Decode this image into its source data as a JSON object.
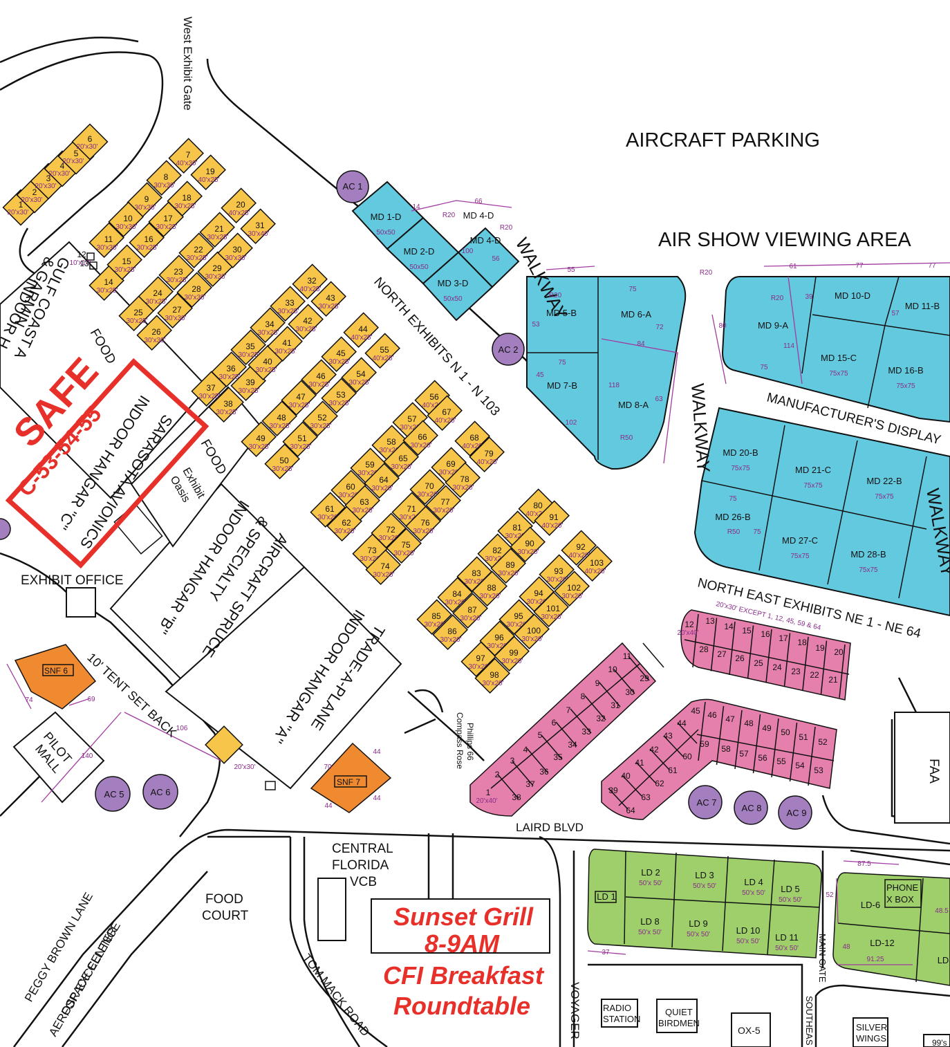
{
  "header_labels": {
    "aircraft_parking": "AIRCRAFT PARKING",
    "air_show_viewing_area": "AIR SHOW VIEWING AREA",
    "west_exhibit_gate": "West Exhibit Gate",
    "north_exhibits": "NORTH EXHIBITS  N 1 - N 103",
    "manufacturers_display": "MANUFACTURER'S DISPLAY",
    "north_east_exhibits": "NORTH EAST EXHIBITS NE 1 - NE 64",
    "ne_note": "20'x30' EXCEPT 1, 12, 45, 59 & 64"
  },
  "walkways": [
    "WALKWAY",
    "WALKWAY",
    "WALKWAY"
  ],
  "hangars": {
    "hangar_c": "SARASOTA AVIONICS",
    "hangar_c_sub": "INDOOR HANGAR \"C\"",
    "gulf_coast": "GULF COAST A",
    "garmin": "& GARMIN",
    "indoor_h": "INDOOR H",
    "hangar_b_1": "AIRCRAFT SPRUCE",
    "hangar_b_2": "& SPECIALTY",
    "hangar_b_3": "INDOOR HANGAR \"B\"",
    "hangar_a_1": "TRADE-A-PLANE",
    "hangar_a_2": "INDOOR HANGAR \"A\""
  },
  "callouts": {
    "safe": "SAFE",
    "safe_booths": "C-53-54-55",
    "sunset_1": "Sunset Grill",
    "sunset_2": "8-9AM",
    "cfi_1": "CFI Breakfast",
    "cfi_2": "Roundtable"
  },
  "places": {
    "food_1": "FOOD",
    "food_2": "FOOD",
    "exhibit_oasis_1": "Exhibit",
    "exhibit_oasis_2": "Oasis",
    "exhibit_office": "EXHIBIT OFFICE",
    "pilot_mall_1": "PILOT",
    "pilot_mall_2": "MALL",
    "tent_setback": "10' TENT SET BACK",
    "food_court_1": "FOOD",
    "food_court_2": "COURT",
    "central_florida_1": "CENTRAL",
    "central_florida_2": "FLORIDA",
    "central_florida_3": "VCB",
    "phillips_1": "Phillips 66",
    "phillips_2": "Compass Rose",
    "faa": "FAA",
    "phone_box_1": "PHONE",
    "phone_box_2": "X BOX",
    "radio_1": "RADIO",
    "radio_2": "STATION",
    "quiet_1": "QUIET",
    "quiet_2": "BIRDMEN",
    "ox5": "OX-5",
    "silver_1": "SILVER",
    "silver_2": "WINGS",
    "nineties": "99's"
  },
  "roads": {
    "laird": "LAIRD BLVD",
    "peggy": "PEGGY BROWN LANE",
    "aerospace_1": "AEROSPACE CENTER",
    "aerospace_2": "FOR EXCELLENCE",
    "tom_mack": "TOM MACK ROAD",
    "voyager": "VOYAGER",
    "main_gate": "MAIN GATE",
    "southeast": "SOUTHEAS"
  },
  "ac_circles": [
    "AC 1",
    "AC 2",
    "AC 5",
    "AC 6",
    "AC 7",
    "AC 8",
    "AC 9"
  ],
  "snf": [
    "SNF 6",
    "SNF 7"
  ],
  "md_lots": [
    {
      "id": "MD 1-D",
      "size": "50x50"
    },
    {
      "id": "MD 2-D",
      "size": "50x50"
    },
    {
      "id": "MD 3-D",
      "size": "50x50"
    },
    {
      "id": "MD 4-D",
      "size": ""
    },
    {
      "id": "MD 4-D",
      "size": ""
    },
    {
      "id": "MD 5-B",
      "size": ""
    },
    {
      "id": "MD 6-A",
      "size": ""
    },
    {
      "id": "MD 7-B",
      "size": ""
    },
    {
      "id": "MD 8-A",
      "size": ""
    },
    {
      "id": "MD 9-A",
      "size": ""
    },
    {
      "id": "MD 10-D",
      "size": ""
    },
    {
      "id": "MD 11-B",
      "size": ""
    },
    {
      "id": "MD 15-C",
      "size": "75x75"
    },
    {
      "id": "MD 16-B",
      "size": "75x75"
    },
    {
      "id": "MD 20-B",
      "size": "75x75"
    },
    {
      "id": "MD 21-C",
      "size": "75x75"
    },
    {
      "id": "MD 22-B",
      "size": "75x75"
    },
    {
      "id": "MD 26-B",
      "size": ""
    },
    {
      "id": "MD 27-C",
      "size": "75x75"
    },
    {
      "id": "MD 28-B",
      "size": "75x75"
    }
  ],
  "md_dims": [
    "14",
    "66",
    "R20",
    "R20",
    "100",
    "56",
    "55",
    "75",
    "R20",
    "53",
    "75",
    "45",
    "118",
    "102",
    "R50",
    "63",
    "84",
    "72",
    "R20",
    "61",
    "77",
    "77",
    "R20",
    "39",
    "80",
    "57",
    "114",
    "75",
    "75",
    "R50",
    "75"
  ],
  "ld_lots": [
    {
      "id": "LD 1",
      "size": ""
    },
    {
      "id": "LD 2",
      "size": "50'x 50'"
    },
    {
      "id": "LD 3",
      "size": "50'x 50'"
    },
    {
      "id": "LD 4",
      "size": "50'x 50'"
    },
    {
      "id": "LD 5",
      "size": "50'x 50'"
    },
    {
      "id": "LD 8",
      "size": "50'x 50'"
    },
    {
      "id": "LD 9",
      "size": "50'x 50'"
    },
    {
      "id": "LD 10",
      "size": "50'x 50'"
    },
    {
      "id": "LD 11",
      "size": "50'x 50'"
    },
    {
      "id": "LD-6",
      "size": ""
    },
    {
      "id": "LD-12",
      "size": ""
    },
    {
      "id": "LD",
      "size": ""
    }
  ],
  "ld_dims": [
    "37",
    "87.5",
    "52",
    "48",
    "91.25",
    "48.5"
  ],
  "snf_dims": [
    "74",
    "69",
    "106",
    "140",
    "70",
    "44",
    "44",
    "44",
    "20'x30'"
  ],
  "west_booths": [
    {
      "n": "1",
      "s": "20'x30'"
    },
    {
      "n": "2",
      "s": "20'x30'"
    },
    {
      "n": "3",
      "s": "20'x30'"
    },
    {
      "n": "4",
      "s": "20'x30'"
    },
    {
      "n": "5",
      "s": "20'x30'"
    },
    {
      "n": "6",
      "s": "20'x30'"
    }
  ],
  "north_booths": [
    {
      "n": "7",
      "s": "40'x30'"
    },
    {
      "n": "8",
      "s": "30'x30'"
    },
    {
      "n": "9",
      "s": "30'x30'"
    },
    {
      "n": "10",
      "s": "30'x30'"
    },
    {
      "n": "11",
      "s": "30'x30'"
    },
    {
      "n": "12",
      "s": "10'x10'"
    },
    {
      "n": "13",
      "s": ""
    },
    {
      "n": "14",
      "s": "30'x25'"
    },
    {
      "n": "15",
      "s": "30'x25'"
    },
    {
      "n": "16",
      "s": "30'x25'"
    },
    {
      "n": "17",
      "s": "30'x25'"
    },
    {
      "n": "18",
      "s": "30'x25'"
    },
    {
      "n": "19",
      "s": "40'x25'"
    },
    {
      "n": "20",
      "s": "40'x25'"
    },
    {
      "n": "21",
      "s": "30'x25'"
    },
    {
      "n": "22",
      "s": "30'x25'"
    },
    {
      "n": "23",
      "s": "30'x25'"
    },
    {
      "n": "24",
      "s": "30'x25'"
    },
    {
      "n": "25",
      "s": "30'x25'"
    },
    {
      "n": "26",
      "s": "30'x30'"
    },
    {
      "n": "27",
      "s": "30'x30'"
    },
    {
      "n": "28",
      "s": "30'x30'"
    },
    {
      "n": "29",
      "s": "30'x30'"
    },
    {
      "n": "30",
      "s": "30'x30'"
    },
    {
      "n": "31",
      "s": "30'x40'"
    },
    {
      "n": "32",
      "s": "40'x25'"
    },
    {
      "n": "33",
      "s": "30'x25'"
    },
    {
      "n": "34",
      "s": "30'x25'"
    },
    {
      "n": "35",
      "s": "30'x25'"
    },
    {
      "n": "36",
      "s": "30'x25'"
    },
    {
      "n": "37",
      "s": "30'x25'"
    },
    {
      "n": "38",
      "s": "30'x25'"
    },
    {
      "n": "39",
      "s": "30'x25'"
    },
    {
      "n": "40",
      "s": "30'x25'"
    },
    {
      "n": "41",
      "s": "30'x25'"
    },
    {
      "n": "42",
      "s": "30'x25'"
    },
    {
      "n": "43",
      "s": "30'x25'"
    },
    {
      "n": "44",
      "s": "40'x25'"
    },
    {
      "n": "45",
      "s": "30'x25'"
    },
    {
      "n": "46",
      "s": "30'x25'"
    },
    {
      "n": "47",
      "s": "30'x25'"
    },
    {
      "n": "48",
      "s": "30'x25'"
    },
    {
      "n": "49",
      "s": "30'x25'"
    },
    {
      "n": "50",
      "s": "30'x25'"
    },
    {
      "n": "51",
      "s": "30'x25'"
    },
    {
      "n": "52",
      "s": "30'x25'"
    },
    {
      "n": "53",
      "s": "30'x25'"
    },
    {
      "n": "54",
      "s": "30'x25'"
    },
    {
      "n": "55",
      "s": "40'x25'"
    },
    {
      "n": "56",
      "s": "40'x20'"
    },
    {
      "n": "57",
      "s": "30'x20'"
    },
    {
      "n": "58",
      "s": "30'x20'"
    },
    {
      "n": "59",
      "s": "30'x20'"
    },
    {
      "n": "60",
      "s": "30'x20'"
    },
    {
      "n": "61",
      "s": "30'x20'"
    },
    {
      "n": "62",
      "s": "30'x20'"
    },
    {
      "n": "63",
      "s": "30'x20'"
    },
    {
      "n": "64",
      "s": "30'x20'"
    },
    {
      "n": "65",
      "s": "30'x20'"
    },
    {
      "n": "66",
      "s": "30'x20'"
    },
    {
      "n": "67",
      "s": "40'x20'"
    },
    {
      "n": "68",
      "s": "40'x20'"
    },
    {
      "n": "69",
      "s": "30'x20'"
    },
    {
      "n": "70",
      "s": "30'x20'"
    },
    {
      "n": "71",
      "s": "30'x20'"
    },
    {
      "n": "72",
      "s": "30'x20'"
    },
    {
      "n": "73",
      "s": "30'x20'"
    },
    {
      "n": "74",
      "s": "30'x20'"
    },
    {
      "n": "75",
      "s": "30'x20'"
    },
    {
      "n": "76",
      "s": "30'x20'"
    },
    {
      "n": "77",
      "s": "30'x20'"
    },
    {
      "n": "78",
      "s": "30'x20'"
    },
    {
      "n": "79",
      "s": "40'x20'"
    },
    {
      "n": "80",
      "s": "40'x20'"
    },
    {
      "n": "81",
      "s": "30'x20'"
    },
    {
      "n": "82",
      "s": "30'x20'"
    },
    {
      "n": "83",
      "s": "30'x20'"
    },
    {
      "n": "84",
      "s": "30'x20'"
    },
    {
      "n": "85",
      "s": "30'x20'"
    },
    {
      "n": "86",
      "s": "30'x20'"
    },
    {
      "n": "87",
      "s": "30'x20'"
    },
    {
      "n": "88",
      "s": "30'x20'"
    },
    {
      "n": "89",
      "s": "30'x20'"
    },
    {
      "n": "90",
      "s": "30'x20'"
    },
    {
      "n": "91",
      "s": "40'x20'"
    },
    {
      "n": "92",
      "s": "40'x20'"
    },
    {
      "n": "93",
      "s": "30'x20'"
    },
    {
      "n": "94",
      "s": "30'x20'"
    },
    {
      "n": "95",
      "s": "30'x20'"
    },
    {
      "n": "96",
      "s": "30'x20'"
    },
    {
      "n": "97",
      "s": "30'x20'"
    },
    {
      "n": "98",
      "s": "30'x20'"
    },
    {
      "n": "99",
      "s": "30'x20'"
    },
    {
      "n": "100",
      "s": "30'x20'"
    },
    {
      "n": "101",
      "s": "30'x20'"
    },
    {
      "n": "102",
      "s": "30'x20'"
    },
    {
      "n": "103",
      "s": "40'x20'"
    }
  ],
  "ne_booths": [
    {
      "n": "1",
      "s": "20'x40'"
    },
    {
      "n": "2",
      "s": ""
    },
    {
      "n": "3",
      "s": ""
    },
    {
      "n": "4",
      "s": ""
    },
    {
      "n": "5",
      "s": ""
    },
    {
      "n": "6",
      "s": ""
    },
    {
      "n": "7",
      "s": ""
    },
    {
      "n": "8",
      "s": ""
    },
    {
      "n": "9",
      "s": ""
    },
    {
      "n": "10",
      "s": ""
    },
    {
      "n": "11",
      "s": ""
    },
    {
      "n": "12",
      "s": "20'x40'"
    },
    {
      "n": "13",
      "s": ""
    },
    {
      "n": "14",
      "s": ""
    },
    {
      "n": "15",
      "s": ""
    },
    {
      "n": "16",
      "s": ""
    },
    {
      "n": "17",
      "s": ""
    },
    {
      "n": "18",
      "s": ""
    },
    {
      "n": "19",
      "s": ""
    },
    {
      "n": "20",
      "s": ""
    },
    {
      "n": "21",
      "s": ""
    },
    {
      "n": "22",
      "s": ""
    },
    {
      "n": "23",
      "s": ""
    },
    {
      "n": "24",
      "s": ""
    },
    {
      "n": "25",
      "s": ""
    },
    {
      "n": "26",
      "s": ""
    },
    {
      "n": "27",
      "s": ""
    },
    {
      "n": "28",
      "s": ""
    },
    {
      "n": "29",
      "s": ""
    },
    {
      "n": "30",
      "s": ""
    },
    {
      "n": "31",
      "s": ""
    },
    {
      "n": "32",
      "s": ""
    },
    {
      "n": "33",
      "s": ""
    },
    {
      "n": "34",
      "s": ""
    },
    {
      "n": "35",
      "s": ""
    },
    {
      "n": "36",
      "s": ""
    },
    {
      "n": "37",
      "s": ""
    },
    {
      "n": "38",
      "s": ""
    },
    {
      "n": "39",
      "s": ""
    },
    {
      "n": "40",
      "s": ""
    },
    {
      "n": "41",
      "s": ""
    },
    {
      "n": "42",
      "s": ""
    },
    {
      "n": "43",
      "s": ""
    },
    {
      "n": "44",
      "s": ""
    },
    {
      "n": "45",
      "s": ""
    },
    {
      "n": "46",
      "s": ""
    },
    {
      "n": "47",
      "s": ""
    },
    {
      "n": "48",
      "s": ""
    },
    {
      "n": "49",
      "s": ""
    },
    {
      "n": "50",
      "s": ""
    },
    {
      "n": "51",
      "s": ""
    },
    {
      "n": "52",
      "s": ""
    },
    {
      "n": "53",
      "s": ""
    },
    {
      "n": "54",
      "s": ""
    },
    {
      "n": "55",
      "s": ""
    },
    {
      "n": "56",
      "s": ""
    },
    {
      "n": "57",
      "s": ""
    },
    {
      "n": "58",
      "s": ""
    },
    {
      "n": "59",
      "s": ""
    },
    {
      "n": "60",
      "s": ""
    },
    {
      "n": "61",
      "s": ""
    },
    {
      "n": "62",
      "s": ""
    },
    {
      "n": "63",
      "s": ""
    },
    {
      "n": "64",
      "s": ""
    }
  ],
  "colors": {
    "yellow_booth": "#f7c54a",
    "md_cyan": "#62c9df",
    "ne_pink": "#e57fab",
    "ld_green": "#9fcf6b",
    "snf_orange": "#f08a30",
    "ac_purple": "#a37fbf",
    "callout_red": "#e8302a",
    "dimension_magenta": "#a13ba1"
  }
}
